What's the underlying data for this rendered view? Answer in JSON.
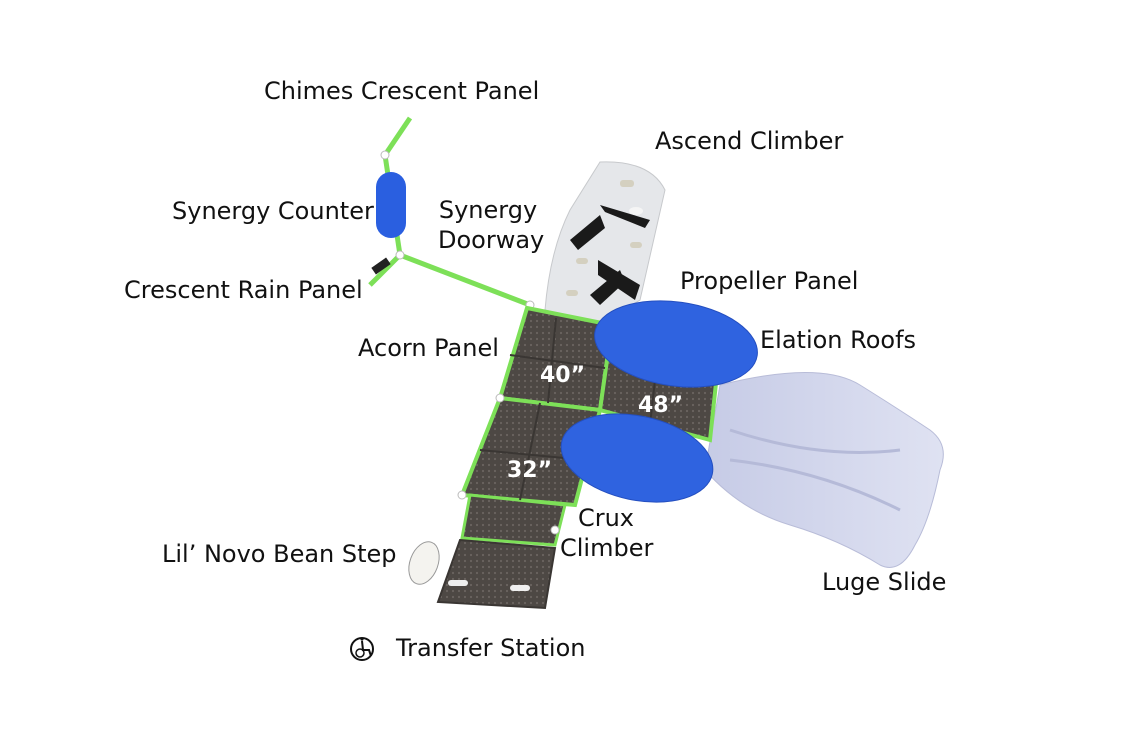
{
  "labels": {
    "chimes": "Chimes Crescent Panel",
    "ascend": "Ascend Climber",
    "synergy_counter": "Synergy Counter",
    "synergy_doorway_1": "Synergy",
    "synergy_doorway_2": "Doorway",
    "crescent_rain": "Crescent Rain Panel",
    "propeller": "Propeller Panel",
    "acorn": "Acorn Panel",
    "elation": "Elation Roofs",
    "crux_1": "Crux",
    "crux_2": "Climber",
    "lil_novo": "Lil’ Novo Bean Step",
    "luge": "Luge Slide",
    "transfer": "Transfer Station"
  },
  "decks": {
    "d40": "40”",
    "d48": "48”",
    "d32": "32”"
  },
  "colors": {
    "deck": "#4a4541",
    "rail": "#7de058",
    "roof": "#2f63e0",
    "climber": "#e6e8ea",
    "slide": "#cfd3ea",
    "counter": "#2a5fe0"
  },
  "icons": {
    "accessibility": "wheelchair-icon"
  }
}
